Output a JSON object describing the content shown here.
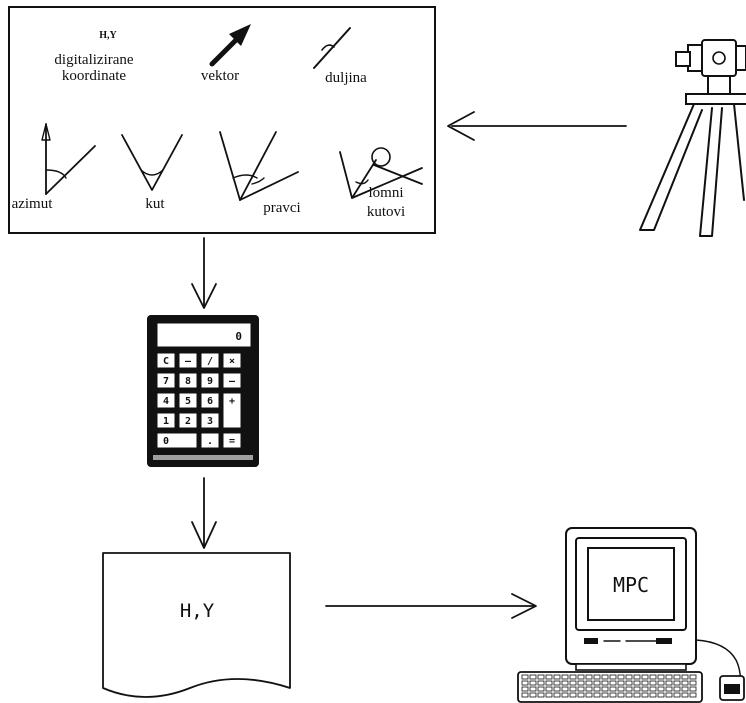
{
  "input_box": {
    "xy_label": "H,Y",
    "digitized_label_line1": "digitalizirane",
    "digitized_label_line2": "koordinate",
    "vector_label": "vektor",
    "length_label": "duljina",
    "azimuth_label": "azimut",
    "angle_label": "kut",
    "directions_label": "pravci",
    "broken_angles_line1": "lomni",
    "broken_angles_line2": "kutovi"
  },
  "calculator": {
    "display_value": "0",
    "keys": [
      "C",
      "–",
      "/",
      "×",
      "7",
      "8",
      "9",
      "–",
      "4",
      "5",
      "6",
      "+",
      "1",
      "2",
      "3",
      "",
      "0",
      "",
      ".",
      "="
    ]
  },
  "output_sheet": {
    "label": "H,Y"
  },
  "computer": {
    "screen_label": "MPC"
  }
}
